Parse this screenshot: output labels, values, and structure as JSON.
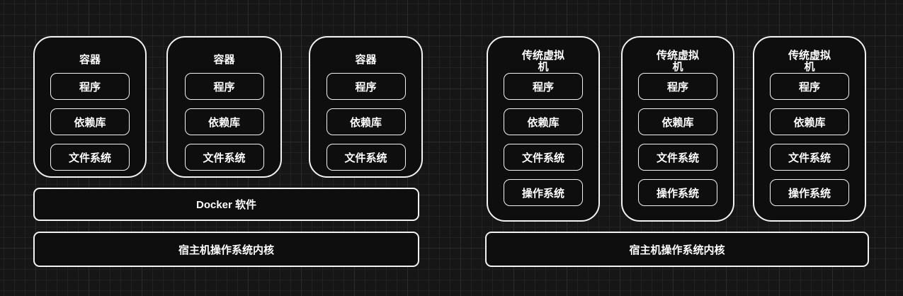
{
  "colors": {
    "canvas_bg": "#161616",
    "grid_minor": "#212121",
    "grid_major": "#2b2b2b",
    "node_fill": "#0e0e0e",
    "node_stroke": "#f2f2f2",
    "text_color": "#ffffff"
  },
  "left": {
    "containers": [
      {
        "title": "容器",
        "items": [
          "程序",
          "依赖库",
          "文件系统"
        ]
      },
      {
        "title": "容器",
        "items": [
          "程序",
          "依赖库",
          "文件系统"
        ]
      },
      {
        "title": "容器",
        "items": [
          "程序",
          "依赖库",
          "文件系统"
        ]
      }
    ],
    "docker_bar": "Docker 软件",
    "kernel_bar": "宿主机操作系统内核"
  },
  "right": {
    "vms": [
      {
        "title": "传统虚拟机",
        "items": [
          "程序",
          "依赖库",
          "文件系统",
          "操作系统"
        ]
      },
      {
        "title": "传统虚拟机",
        "items": [
          "程序",
          "依赖库",
          "文件系统",
          "操作系统"
        ]
      },
      {
        "title": "传统虚拟机",
        "items": [
          "程序",
          "依赖库",
          "文件系统",
          "操作系统"
        ]
      }
    ],
    "kernel_bar": "宿主机操作系统内核"
  }
}
